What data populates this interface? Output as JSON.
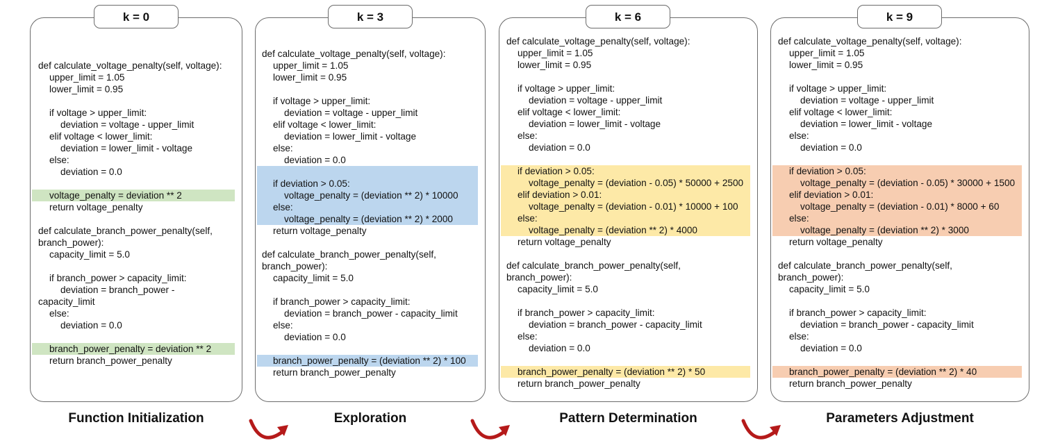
{
  "colors": {
    "green": "#cfe5c2",
    "blue": "#bcd6ee",
    "yellow": "#fde9a7",
    "orange": "#f7cdb1",
    "arrow": "#b51a1a",
    "border": "#6b6b6b"
  },
  "icons": [
    "curved-arrow-icon"
  ],
  "panels": [
    {
      "k_label": "k = 0",
      "stage": "Function Initialization",
      "lines": [
        {
          "t": "def calculate_voltage_penalty(self, voltage):",
          "i": 0
        },
        {
          "t": "upper_limit = 1.05",
          "i": 1
        },
        {
          "t": "lower_limit = 0.95",
          "i": 1
        },
        {
          "t": "",
          "i": 0
        },
        {
          "t": "if voltage > upper_limit:",
          "i": 1
        },
        {
          "t": "deviation = voltage - upper_limit",
          "i": 2
        },
        {
          "t": "elif voltage < lower_limit:",
          "i": 1
        },
        {
          "t": "deviation = lower_limit - voltage",
          "i": 2
        },
        {
          "t": "else:",
          "i": 1
        },
        {
          "t": "deviation = 0.0",
          "i": 2
        },
        {
          "t": "",
          "i": 0
        },
        {
          "t": "voltage_penalty = deviation ** 2",
          "i": 1,
          "h": "green"
        },
        {
          "t": "return voltage_penalty",
          "i": 1
        },
        {
          "t": "",
          "i": 0
        },
        {
          "t": "def calculate_branch_power_penalty(self,",
          "i": 0
        },
        {
          "t": "branch_power):",
          "i": 0
        },
        {
          "t": "capacity_limit = 5.0",
          "i": 1
        },
        {
          "t": "",
          "i": 0
        },
        {
          "t": "if branch_power > capacity_limit:",
          "i": 1
        },
        {
          "t": "deviation = branch_power -",
          "i": 2
        },
        {
          "t": "capacity_limit",
          "i": 0
        },
        {
          "t": "else:",
          "i": 1
        },
        {
          "t": "deviation = 0.0",
          "i": 2
        },
        {
          "t": "",
          "i": 0
        },
        {
          "t": "branch_power_penalty = deviation ** 2",
          "i": 1,
          "h": "green"
        },
        {
          "t": "return branch_power_penalty",
          "i": 1
        }
      ]
    },
    {
      "k_label": "k = 3",
      "stage": "Exploration",
      "lines": [
        {
          "t": "def calculate_voltage_penalty(self, voltage):",
          "i": 0
        },
        {
          "t": "upper_limit = 1.05",
          "i": 1
        },
        {
          "t": "lower_limit = 0.95",
          "i": 1
        },
        {
          "t": "",
          "i": 0
        },
        {
          "t": "if voltage > upper_limit:",
          "i": 1
        },
        {
          "t": "deviation = voltage - upper_limit",
          "i": 2
        },
        {
          "t": "elif voltage < lower_limit:",
          "i": 1
        },
        {
          "t": "deviation = lower_limit - voltage",
          "i": 2
        },
        {
          "t": "else:",
          "i": 1
        },
        {
          "t": "deviation = 0.0",
          "i": 2
        },
        {
          "t": "",
          "i": 0,
          "h": "blue"
        },
        {
          "t": "if deviation > 0.05:",
          "i": 1,
          "h": "blue"
        },
        {
          "t": "voltage_penalty = (deviation ** 2) * 10000",
          "i": 2,
          "h": "blue"
        },
        {
          "t": "else:",
          "i": 1,
          "h": "blue"
        },
        {
          "t": "voltage_penalty = (deviation ** 2) * 2000",
          "i": 2,
          "h": "blue"
        },
        {
          "t": "return voltage_penalty",
          "i": 1
        },
        {
          "t": "",
          "i": 0
        },
        {
          "t": "def calculate_branch_power_penalty(self,",
          "i": 0
        },
        {
          "t": "branch_power):",
          "i": 0
        },
        {
          "t": "capacity_limit = 5.0",
          "i": 1
        },
        {
          "t": "",
          "i": 0
        },
        {
          "t": "if branch_power > capacity_limit:",
          "i": 1
        },
        {
          "t": "deviation = branch_power - capacity_limit",
          "i": 2
        },
        {
          "t": "else:",
          "i": 1
        },
        {
          "t": "deviation = 0.0",
          "i": 2
        },
        {
          "t": "",
          "i": 0
        },
        {
          "t": "branch_power_penalty = (deviation ** 2) * 100",
          "i": 1,
          "h": "blue"
        },
        {
          "t": "return branch_power_penalty",
          "i": 1
        }
      ]
    },
    {
      "k_label": "k = 6",
      "stage": "Pattern Determination",
      "lines": [
        {
          "t": "def calculate_voltage_penalty(self, voltage):",
          "i": 0
        },
        {
          "t": "upper_limit = 1.05",
          "i": 1
        },
        {
          "t": "lower_limit = 0.95",
          "i": 1
        },
        {
          "t": "",
          "i": 0
        },
        {
          "t": "if voltage > upper_limit:",
          "i": 1
        },
        {
          "t": "deviation = voltage - upper_limit",
          "i": 2
        },
        {
          "t": "elif voltage < lower_limit:",
          "i": 1
        },
        {
          "t": "deviation = lower_limit - voltage",
          "i": 2
        },
        {
          "t": "else:",
          "i": 1
        },
        {
          "t": "deviation = 0.0",
          "i": 2
        },
        {
          "t": "",
          "i": 0
        },
        {
          "t": "if deviation > 0.05:",
          "i": 1,
          "h": "yellow"
        },
        {
          "t": "voltage_penalty = (deviation - 0.05) * 50000 + 2500",
          "i": 2,
          "h": "yellow"
        },
        {
          "t": "elif deviation > 0.01:",
          "i": 1,
          "h": "yellow"
        },
        {
          "t": "voltage_penalty = (deviation - 0.01) * 10000 + 100",
          "i": 2,
          "h": "yellow"
        },
        {
          "t": "else:",
          "i": 1,
          "h": "yellow"
        },
        {
          "t": "voltage_penalty = (deviation ** 2) * 4000",
          "i": 2,
          "h": "yellow"
        },
        {
          "t": "return voltage_penalty",
          "i": 1
        },
        {
          "t": "",
          "i": 0
        },
        {
          "t": "def calculate_branch_power_penalty(self,",
          "i": 0
        },
        {
          "t": "branch_power):",
          "i": 0
        },
        {
          "t": "capacity_limit = 5.0",
          "i": 1
        },
        {
          "t": "",
          "i": 0
        },
        {
          "t": "if branch_power > capacity_limit:",
          "i": 1
        },
        {
          "t": "deviation = branch_power - capacity_limit",
          "i": 2
        },
        {
          "t": "else:",
          "i": 1
        },
        {
          "t": "deviation = 0.0",
          "i": 2
        },
        {
          "t": "",
          "i": 0
        },
        {
          "t": "branch_power_penalty = (deviation ** 2) * 50",
          "i": 1,
          "h": "yellow"
        },
        {
          "t": "return branch_power_penalty",
          "i": 1
        }
      ]
    },
    {
      "k_label": "k = 9",
      "stage": "Parameters Adjustment",
      "lines": [
        {
          "t": "def calculate_voltage_penalty(self, voltage):",
          "i": 0
        },
        {
          "t": "upper_limit = 1.05",
          "i": 1
        },
        {
          "t": "lower_limit = 0.95",
          "i": 1
        },
        {
          "t": "",
          "i": 0
        },
        {
          "t": "if voltage > upper_limit:",
          "i": 1
        },
        {
          "t": "deviation = voltage - upper_limit",
          "i": 2
        },
        {
          "t": "elif voltage < lower_limit:",
          "i": 1
        },
        {
          "t": "deviation = lower_limit - voltage",
          "i": 2
        },
        {
          "t": "else:",
          "i": 1
        },
        {
          "t": "deviation = 0.0",
          "i": 2
        },
        {
          "t": "",
          "i": 0
        },
        {
          "t": "if deviation > 0.05:",
          "i": 1,
          "h": "orange"
        },
        {
          "t": "voltage_penalty = (deviation - 0.05) * 30000 + 1500",
          "i": 2,
          "h": "orange"
        },
        {
          "t": "elif deviation > 0.01:",
          "i": 1,
          "h": "orange"
        },
        {
          "t": "voltage_penalty = (deviation - 0.01) * 8000 + 60",
          "i": 2,
          "h": "orange"
        },
        {
          "t": "else:",
          "i": 1,
          "h": "orange"
        },
        {
          "t": "voltage_penalty = (deviation ** 2) * 3000",
          "i": 2,
          "h": "orange"
        },
        {
          "t": "return voltage_penalty",
          "i": 1
        },
        {
          "t": "",
          "i": 0
        },
        {
          "t": "def calculate_branch_power_penalty(self,",
          "i": 0
        },
        {
          "t": "branch_power):",
          "i": 0
        },
        {
          "t": "capacity_limit = 5.0",
          "i": 1
        },
        {
          "t": "",
          "i": 0
        },
        {
          "t": "if branch_power > capacity_limit:",
          "i": 1
        },
        {
          "t": "deviation = branch_power - capacity_limit",
          "i": 2
        },
        {
          "t": "else:",
          "i": 1
        },
        {
          "t": "deviation = 0.0",
          "i": 2
        },
        {
          "t": "",
          "i": 0
        },
        {
          "t": "branch_power_penalty = (deviation ** 2) * 40",
          "i": 1,
          "h": "orange"
        },
        {
          "t": "return branch_power_penalty",
          "i": 1
        }
      ]
    }
  ]
}
